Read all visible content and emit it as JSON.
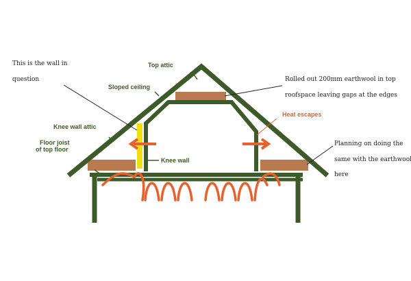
{
  "colors": {
    "frame": "#3f5a2a",
    "insulation": "#b87a50",
    "highlight": "#f0e010",
    "heat": "#e8602c",
    "label": "#3e5a28",
    "note": "#222222",
    "background": "#ffffff"
  },
  "labels": {
    "top_attic": "Top attic",
    "sloped_ceiling": "Sloped ceiling",
    "knee_wall_attic": "Knee wall attic",
    "floor_joist_line1": "Floor joist",
    "floor_joist_line2": "of top floor",
    "knee_wall": "Knee wall",
    "heat_escapes": "Heat escapes"
  },
  "notes": {
    "wall_line1": "This is the wall in",
    "wall_line2": "question",
    "top_line1": "Rolled out 200mm earthwool in top",
    "top_line2": "roofspace leaving gaps at the edges",
    "side_line1": "Planning on doing the",
    "side_line2": "same with the earthwool",
    "side_line3": "here"
  }
}
